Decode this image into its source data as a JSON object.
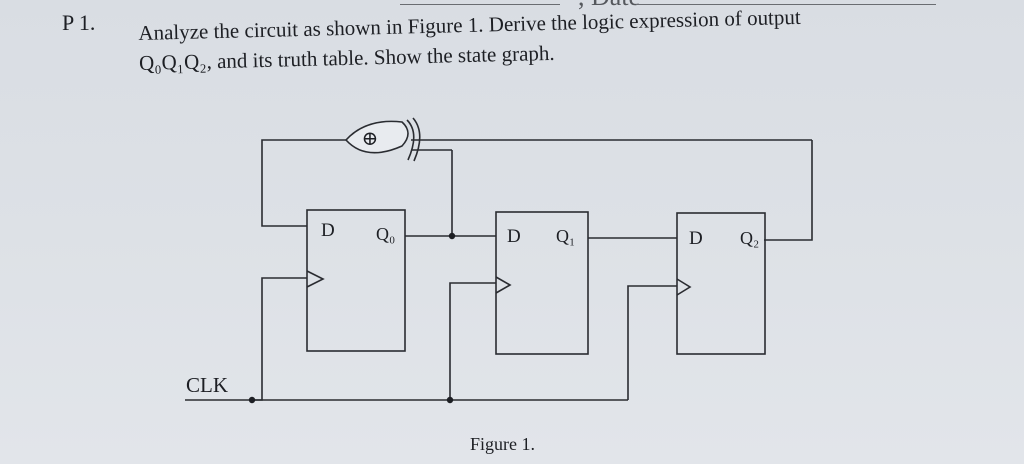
{
  "header": {
    "date_label": ", Date"
  },
  "problem": {
    "number": "P 1.",
    "line1": "Analyze the circuit as shown in Figure 1. Derive the logic expression of output",
    "line2": "Q₀Q₁Q₂, and its truth table. Show the state graph."
  },
  "circuit": {
    "xor_symbol": "⊕",
    "ff0": {
      "d_label": "D",
      "q_label": "Q₀"
    },
    "ff1": {
      "d_label": "D",
      "q_label": "Q₁"
    },
    "ff2": {
      "d_label": "D",
      "q_label": "Q₂"
    },
    "clk_label": "CLK"
  },
  "figure": {
    "caption": "Figure 1."
  }
}
